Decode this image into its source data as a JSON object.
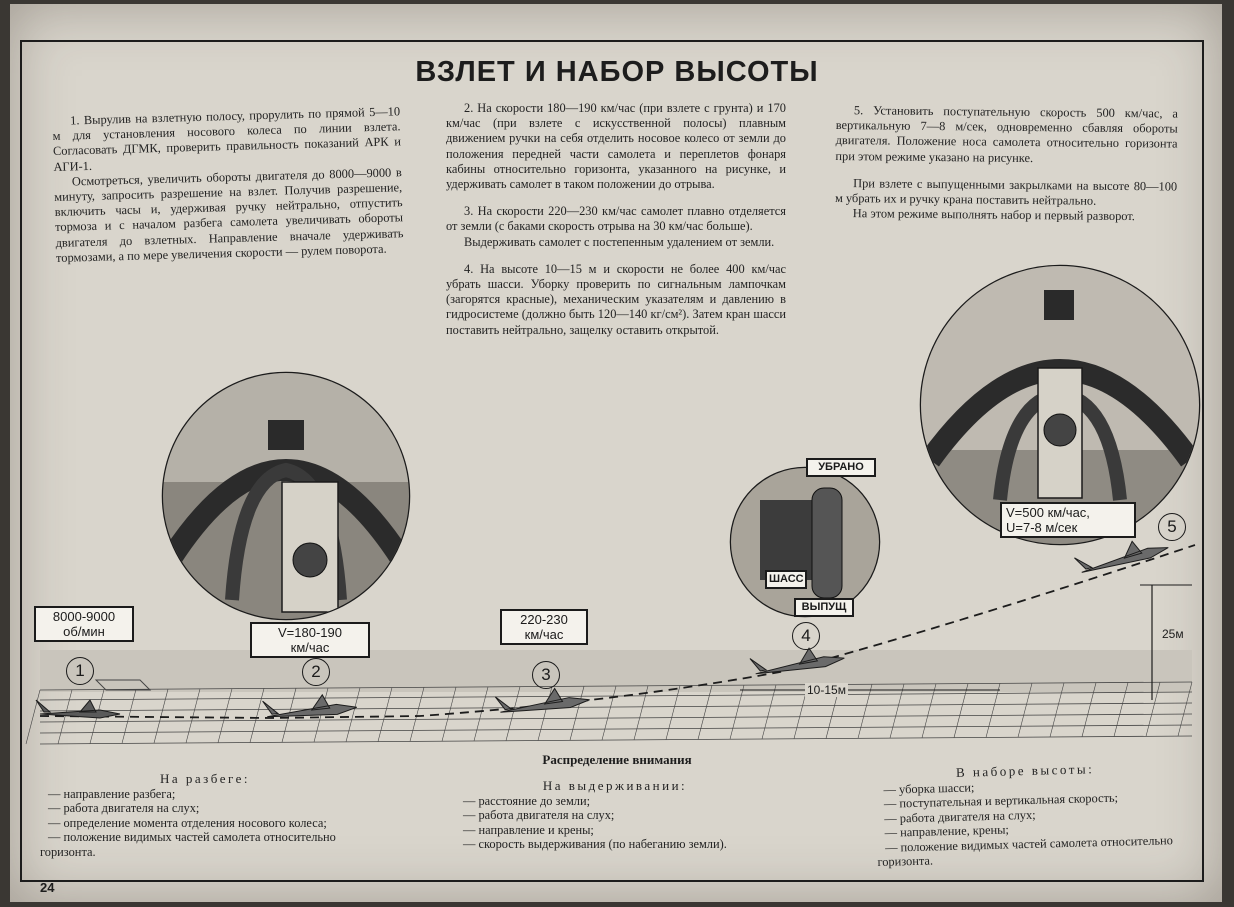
{
  "title": "ВЗЛЕТ И НАБОР ВЫСОТЫ",
  "column1": {
    "p1": "1. Вырулив на взлетную полосу, прорулить по прямой 5—10 м для установления носового колеса по линии взлета. Согласовать ДГМК, проверить правильность показаний АРК и АГИ-1.",
    "p2": "Осмотреться, увеличить обороты двигателя до 8000—9000 в минуту, запросить разрешение на взлет. Получив разрешение, включить часы и, удерживая ручку нейтрально, отпустить тормоза и с началом разбега самолета увеличивать обороты двигателя до взлетных. Направление вначале удерживать тормозами, а по мере увеличения скорости — рулем поворота."
  },
  "column2": {
    "p1": "2. На скорости 180—190 км/час (при взлете с грунта) и 170 км/час (при взлете с искусственной полосы) плавным движением ручки на себя отделить носовое колесо от земли до положения передней части самолета и переплетов фонаря кабины относительно горизонта, указанного на рисунке, и удерживать самолет в таком положении до отрыва.",
    "p2": "3. На скорости 220—230 км/час самолет плавно отделяется от земли (с баками скорость отрыва на 30 км/час больше).",
    "p3": "Выдерживать самолет с постепенным удалением от земли.",
    "p4": "4. На высоте 10—15 м и скорости не более 400 км/час убрать шасси. Уборку проверить по сигнальным лампочкам (загорятся красные), механическим указателям и давлению в гидросистеме (должно быть 120—140 кг/см²). Затем кран шасси поставить нейтрально, защелку оставить открытой."
  },
  "column3": {
    "p1": "5. Установить поступательную скорость 500 км/час, а вертикальную 7—8 м/сек, одновременно сбавляя обороты двигателя. Положение носа самолета относительно горизонта при этом режиме указано на рисунке.",
    "p2": "При взлете с выпущенными закрылками на высоте 80—100 м убрать их и ручку крана поставить нейтрально.",
    "p3": "На этом режиме выполнять набор и первый разворот."
  },
  "labels": {
    "rpm_value": "8000-9000",
    "rpm_unit": "об/мин",
    "v1_value": "V=180-190",
    "v1_unit": "км/час",
    "v2_value": "220-230",
    "v2_unit": "км/час",
    "gear_up": "УБРАНО",
    "gear_word": "ШАСС",
    "gear_down": "ВЫПУЩ",
    "v5_line1": "V=500 км/час,",
    "v5_line2": "U=7-8 м/сек",
    "height_25": "25м",
    "height_10": "10-15м"
  },
  "stages": [
    "1",
    "2",
    "3",
    "4",
    "5"
  ],
  "attention": {
    "title": "Распределение внимания",
    "run": {
      "heading": "На разбеге:",
      "items": [
        "— направление разбега;",
        "— работа двигателя на слух;",
        "— определение момента отделения носового колеса;",
        "— положение видимых частей самолета относительно горизонта."
      ]
    },
    "hold": {
      "heading": "На выдерживании:",
      "items": [
        "— расстояние до земли;",
        "— работа двигателя на слух;",
        "— направление и крены;",
        "— скорость выдерживания (по набеганию земли)."
      ]
    },
    "climb": {
      "heading": "В наборе высоты:",
      "items": [
        "— уборка шасси;",
        "— поступательная и вертикальная скорость;",
        "— работа двигателя на слух;",
        "— направление, крены;",
        "— положение видимых частей самолета относительно горизонта."
      ]
    }
  },
  "page_number": "24"
}
